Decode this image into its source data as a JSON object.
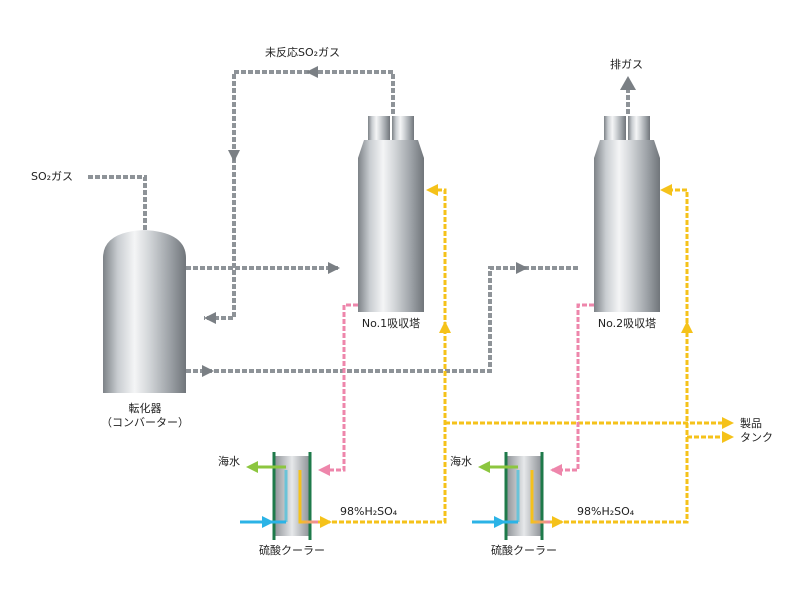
{
  "labels": {
    "so2_gas": "SO₂ガス",
    "unreacted_so2": "未反応SO₂ガス",
    "exhaust_gas": "排ガス",
    "converter_name": "転化器",
    "converter_sub": "（コンバーター）",
    "absorber1": "No.1吸収塔",
    "absorber2": "No.2吸収塔",
    "seawater1": "海水",
    "seawater2": "海水",
    "cooler1": "硫酸クーラー",
    "cooler2": "硫酸クーラー",
    "acid1": "98%H₂SO₄",
    "acid2": "98%H₂SO₄",
    "product_line1": "製品",
    "product_line2": "タンク"
  },
  "colors": {
    "gas_line": "#8a8f95",
    "acid_line": "#f5c21a",
    "return_acid_line": "#ee86ab",
    "seawater_in": "#2bb3e6",
    "seawater_out": "#8cc63f",
    "cooler_frame": "#1e7a4a",
    "vessel_metal": "#b9bdc2"
  }
}
